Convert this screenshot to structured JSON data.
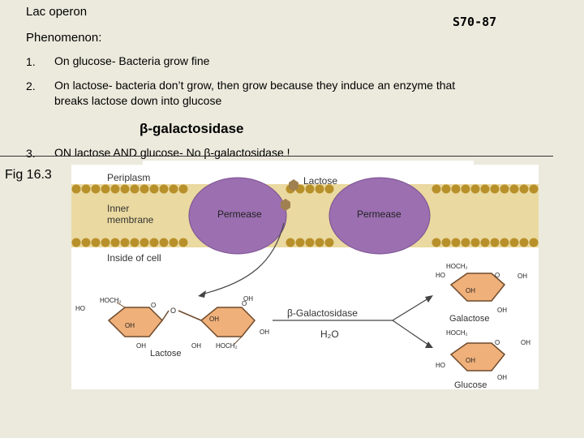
{
  "slide": {
    "title": "Lac operon",
    "phenomenon_label": "Phenomenon:",
    "slide_code": "S70-87",
    "items": [
      {
        "num": "1.",
        "text": "On glucose- Bacteria grow fine"
      },
      {
        "num": "2.",
        "text_line1": "On lactose- bacteria don’t grow, then grow because they induce an enzyme that",
        "text_line2": "breaks lactose down into glucose"
      },
      {
        "num": "3.",
        "text": "ON lactose AND glucose- No β-galactosidase !"
      }
    ],
    "enzyme_name": "β-galactosidase",
    "fig_label": "Fig 16.3"
  },
  "figure": {
    "labels": {
      "periplasm": "Periplasm",
      "lactose_top": "Lactose",
      "inner_membrane_1": "Inner",
      "inner_membrane_2": "membrane",
      "permease_left": "Permease",
      "permease_right": "Permease",
      "inside_cell": "Inside of cell",
      "beta_gal": "β-Galactosidase",
      "water": "H₂O",
      "lactose_bottom": "Lactose",
      "galactose": "Galactose",
      "glucose": "Glucose",
      "hoch2": "HOCH₂",
      "ho": "HO",
      "oh": "OH",
      "o": "O"
    },
    "colors": {
      "membrane_head": "#b8902a",
      "membrane_band": "#ead9a0",
      "permease": "#9b6fb0",
      "ring_fill": "#f0b07a",
      "ring_stroke": "#6e4a2c",
      "lactose_dot": "#a08050"
    }
  }
}
